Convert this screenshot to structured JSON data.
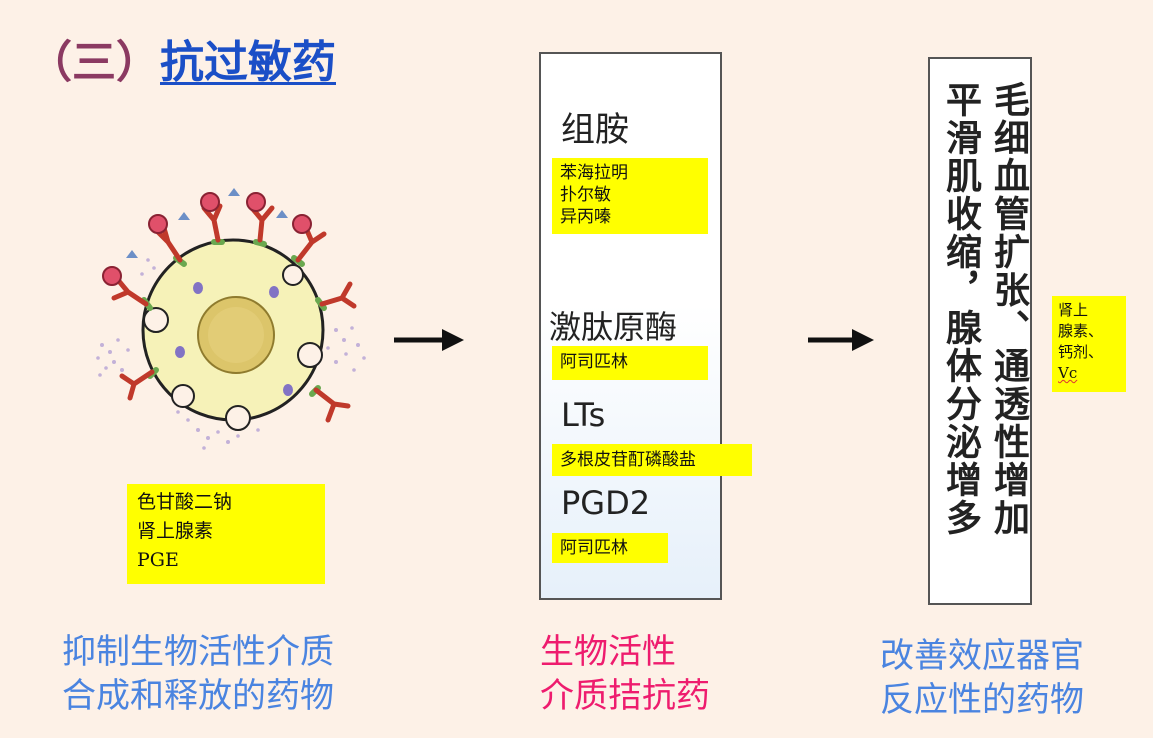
{
  "title": {
    "prefix": "（三）",
    "main": "抗过敏药"
  },
  "cell_drugs": [
    "色甘酸二钠",
    "肾上腺素",
    "PGE"
  ],
  "mediators": {
    "histamine": "组胺",
    "kinin": "激肽原酶",
    "lts": "LTs",
    "pgd2": "PGD2"
  },
  "mediator_drugs": {
    "histamine": [
      "苯海拉明",
      "扑尔敏",
      "异丙嗪"
    ],
    "kinin": [
      "阿司匹林"
    ],
    "lts": [
      "多根皮苷酊磷酸盐"
    ],
    "pgd2": [
      "阿司匹林"
    ]
  },
  "effects": {
    "col1": "毛细血管扩张、通透性增加",
    "col2": "平滑肌收缩，腺体分泌增多"
  },
  "effect_drugs": [
    "肾上",
    "腺素、",
    "钙剂、",
    "Vc"
  ],
  "captions": {
    "left": [
      "抑制生物活性介质",
      "合成和释放的药物"
    ],
    "middle": [
      "生物活性",
      "介质拮抗药"
    ],
    "right": [
      "改善效应器官",
      "反应性的药物"
    ]
  },
  "colors": {
    "highlight": "#ffff00",
    "title_prefix": "#8b3a62",
    "title_main": "#1b4fc7",
    "caption_blue": "#4a84e0",
    "caption_pink": "#ee1c6e",
    "background": "#fdf1e7"
  }
}
